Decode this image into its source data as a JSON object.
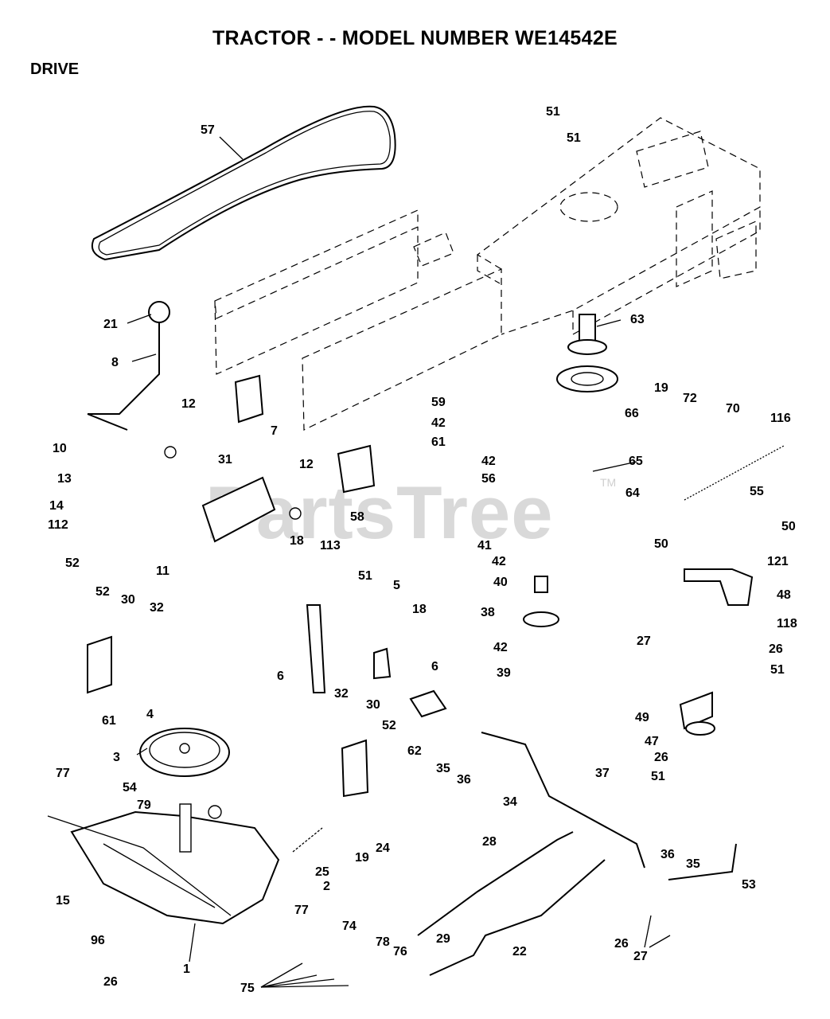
{
  "title": "TRACTOR - - MODEL NUMBER WE14542E",
  "section": "DRIVE",
  "watermark": "PartsTree",
  "watermark_tm": "TM",
  "callouts": [
    "57",
    "51",
    "51",
    "63",
    "19",
    "72",
    "70",
    "116",
    "21",
    "8",
    "12",
    "10",
    "31",
    "7",
    "59",
    "42",
    "61",
    "66",
    "42",
    "56",
    "65",
    "64",
    "55",
    "13",
    "14",
    "112",
    "12",
    "58",
    "41",
    "42",
    "50",
    "50",
    "121",
    "48",
    "11",
    "18",
    "113",
    "51",
    "5",
    "18",
    "52",
    "52",
    "30",
    "32",
    "6",
    "6",
    "40",
    "38",
    "42",
    "39",
    "27",
    "118",
    "26",
    "51",
    "61",
    "4",
    "3",
    "32",
    "30",
    "52",
    "62",
    "35",
    "36",
    "34",
    "37",
    "49",
    "47",
    "26",
    "51",
    "77",
    "54",
    "79",
    "24",
    "19",
    "25",
    "2",
    "28",
    "36",
    "35",
    "53",
    "15",
    "77",
    "29",
    "22",
    "26",
    "27",
    "96",
    "1",
    "74",
    "78",
    "76",
    "26",
    "75"
  ]
}
